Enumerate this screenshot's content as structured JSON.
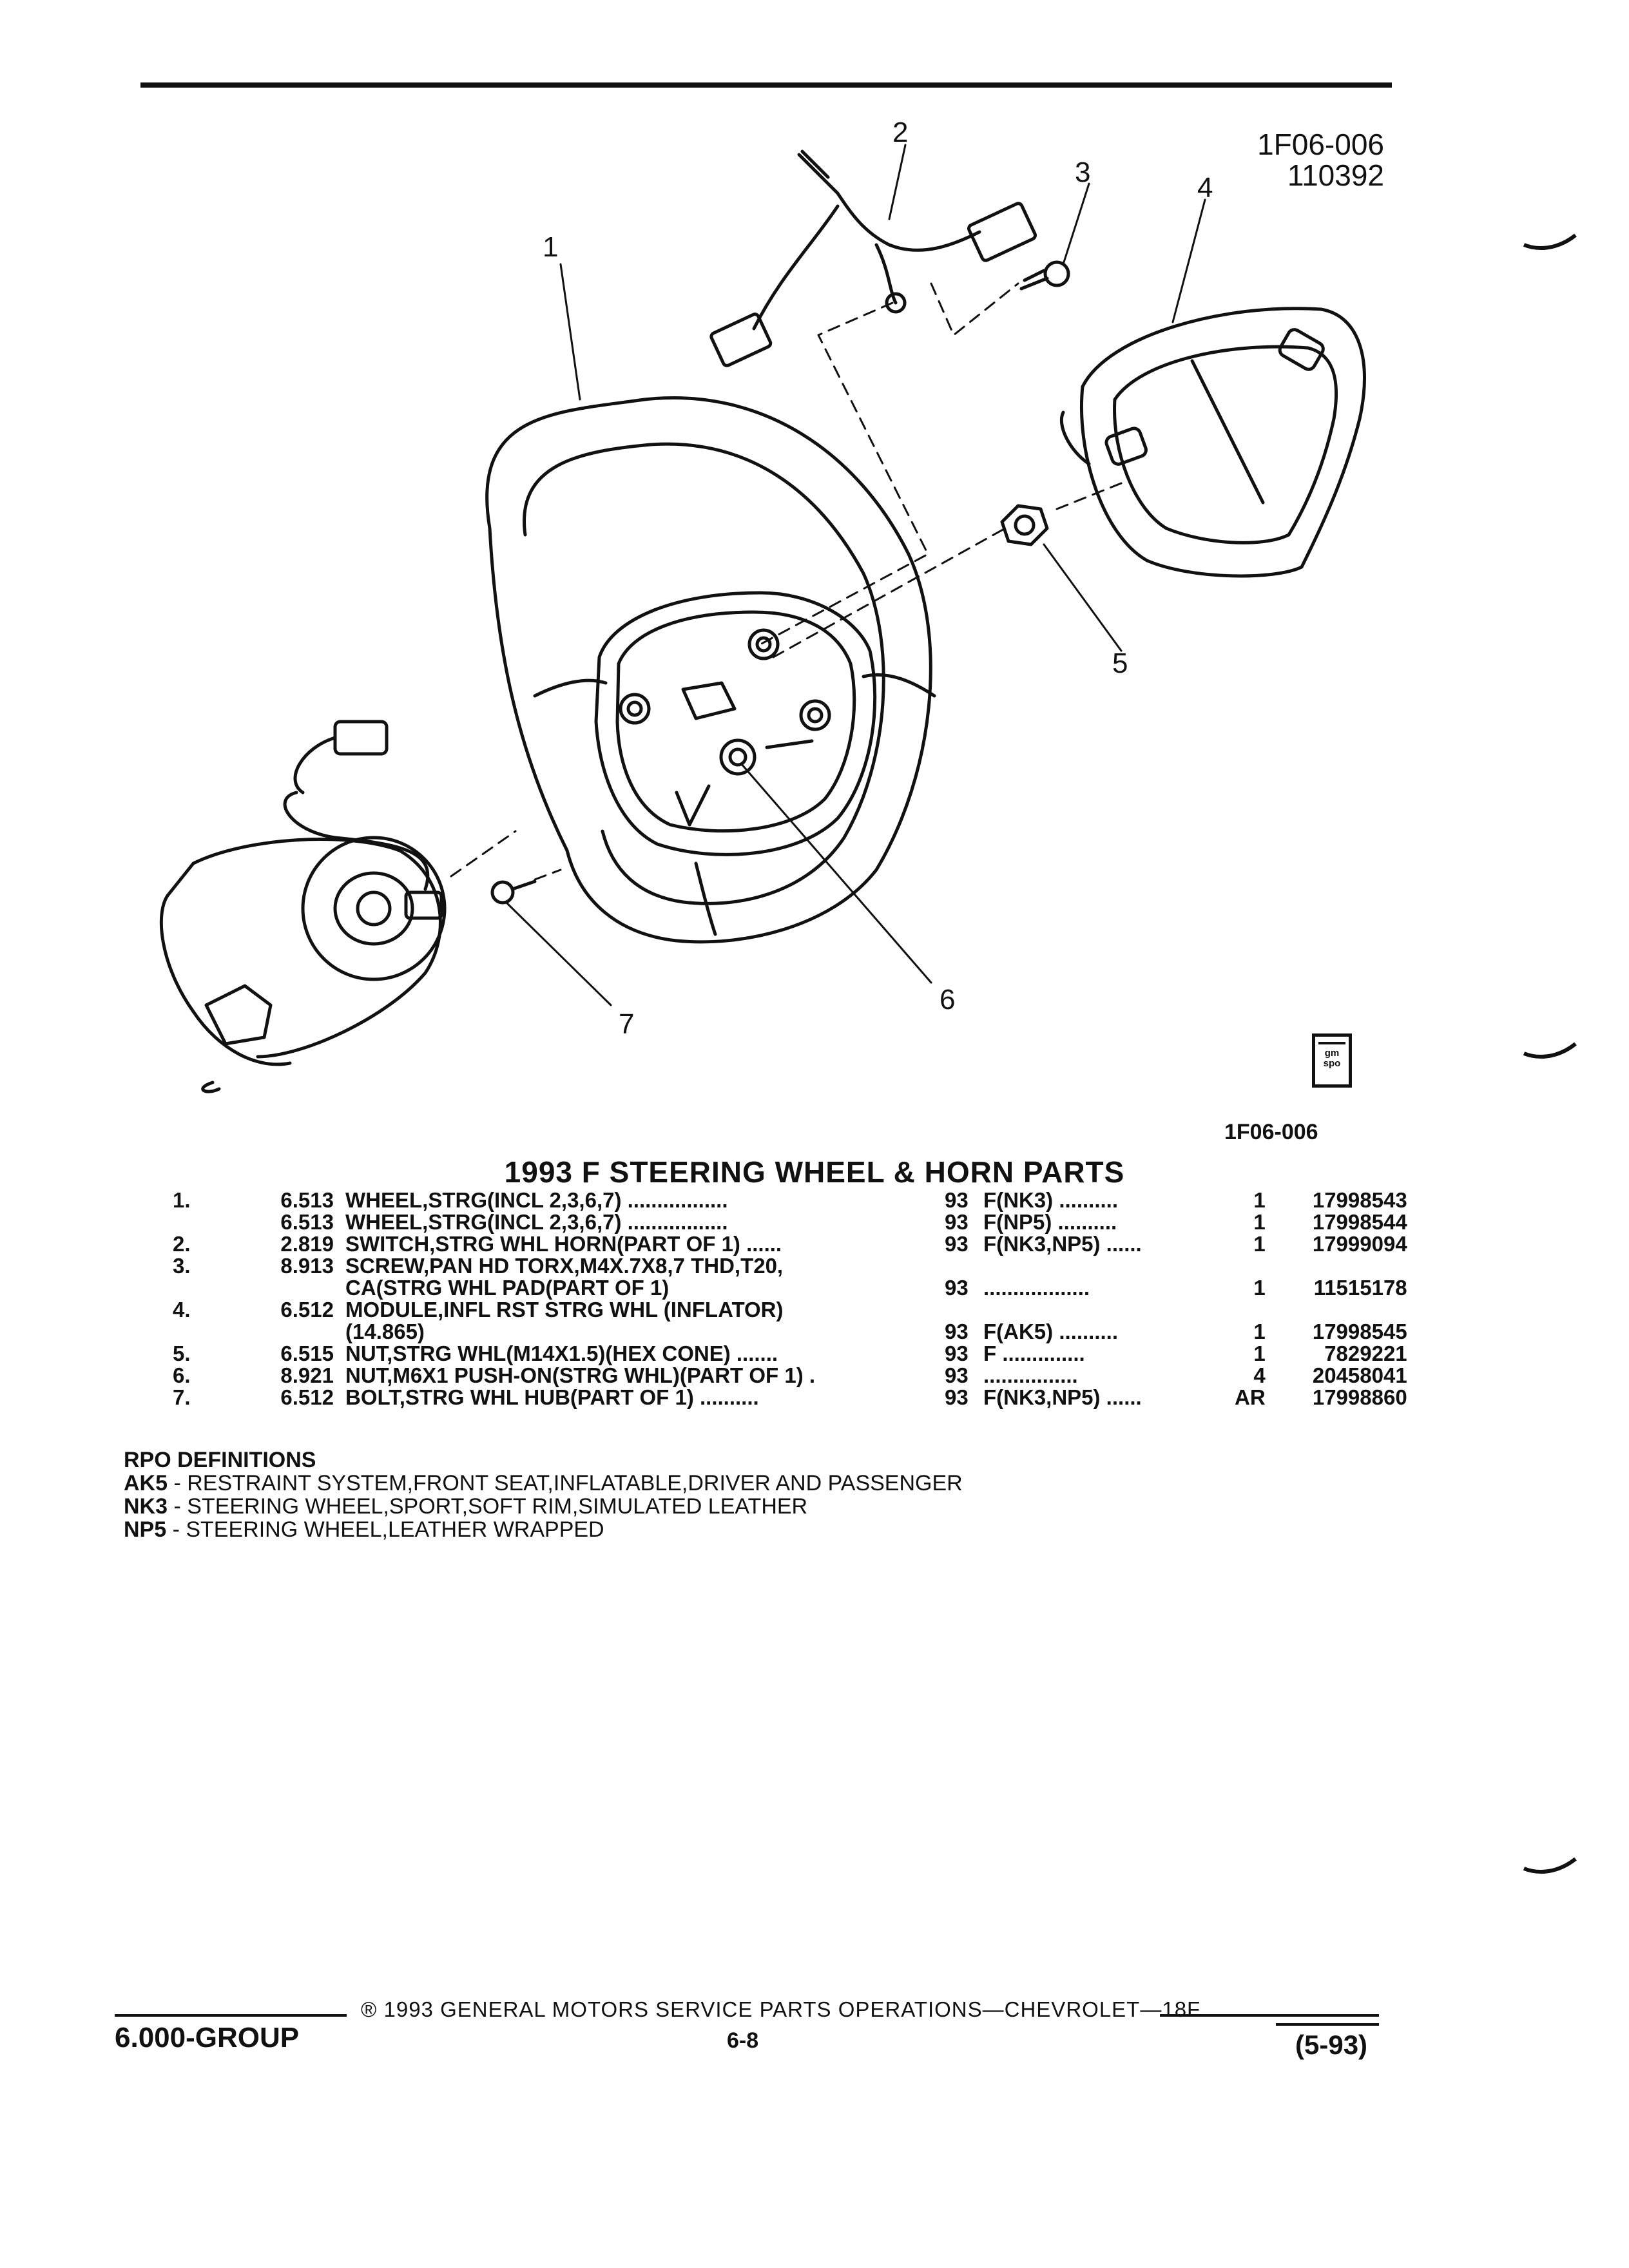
{
  "figure": {
    "id": "1F06-006",
    "date_code": "110392",
    "id_bottom": "1F06-006",
    "callouts": [
      "1",
      "2",
      "3",
      "4",
      "5",
      "6",
      "7"
    ],
    "logo_text": "gm spo"
  },
  "title": "1993 F STEERING WHEEL & HORN PARTS",
  "parts": [
    {
      "idx": "1.",
      "group": "6.513",
      "name": "WHEEL",
      "desc": ",STRG(INCL 2,3,6,7)",
      "dots": " .................",
      "year": "93",
      "rpo": "F(NK3)  ..........",
      "qty": "1",
      "pn": "17998543"
    },
    {
      "idx": "",
      "group": "6.513",
      "name": "WHEEL",
      "desc": ",STRG(INCL 2,3,6,7)",
      "dots": " .................",
      "year": "93",
      "rpo": "F(NP5)  ..........",
      "qty": "1",
      "pn": "17998544"
    },
    {
      "idx": "2.",
      "group": "2.819",
      "name": "SWITCH",
      "desc": ",STRG WHL HORN(PART OF 1)",
      "dots": " ......",
      "year": "93",
      "rpo": "F(NK3,NP5)  ......",
      "qty": "1",
      "pn": "17999094"
    },
    {
      "idx": "3.",
      "group": "8.913",
      "name": "SCREW",
      "desc": ",PAN HD TORX,M4X.7X8,7 THD,T20,",
      "desc2": "CA(STRG WHL PAD(PART OF 1)",
      "dots": "",
      "year": "93",
      "rpo": "..................",
      "qty": "1",
      "pn": "11515178"
    },
    {
      "idx": "4.",
      "group": "6.512",
      "name": "MODULE",
      "desc": ",INFL RST STRG WHL (INFLATOR)",
      "desc2": "(14.865)",
      "dots": "",
      "year": "93",
      "rpo": "F(AK5)  ..........",
      "qty": "1",
      "pn": "17998545"
    },
    {
      "idx": "5.",
      "group": "6.515",
      "name": "NUT",
      "desc": ",STRG WHL(M14X1.5)(HEX CONE)",
      "dots": " .......",
      "year": "93",
      "rpo": "F  ..............",
      "qty": "1",
      "pn": "7829221"
    },
    {
      "idx": "6.",
      "group": "8.921",
      "name": "NUT",
      "desc": ",M6X1 PUSH-ON(STRG WHL)(PART OF 1)",
      "dots": " .",
      "year": "93",
      "rpo": "................",
      "qty": "4",
      "pn": "20458041"
    },
    {
      "idx": "7.",
      "group": "6.512",
      "name": "BOLT",
      "desc": ",STRG WHL HUB(PART OF 1)",
      "dots": " ..........",
      "year": "93",
      "rpo": "F(NK3,NP5)  ......",
      "qty": "AR",
      "pn": "17998860"
    }
  ],
  "rpo": {
    "heading": "RPO DEFINITIONS",
    "items": [
      {
        "code": "AK5",
        "text": " - RESTRAINT SYSTEM,FRONT SEAT,INFLATABLE,DRIVER AND PASSENGER"
      },
      {
        "code": "NK3",
        "text": " - STEERING WHEEL,SPORT,SOFT RIM,SIMULATED LEATHER"
      },
      {
        "code": "NP5",
        "text": " - STEERING WHEEL,LEATHER WRAPPED"
      }
    ]
  },
  "footer": {
    "group": "6.000-GROUP",
    "copyright": "® 1993 GENERAL MOTORS SERVICE PARTS OPERATIONS—CHEVROLET—18F",
    "page": "6-8",
    "revision": "(5-93)"
  }
}
